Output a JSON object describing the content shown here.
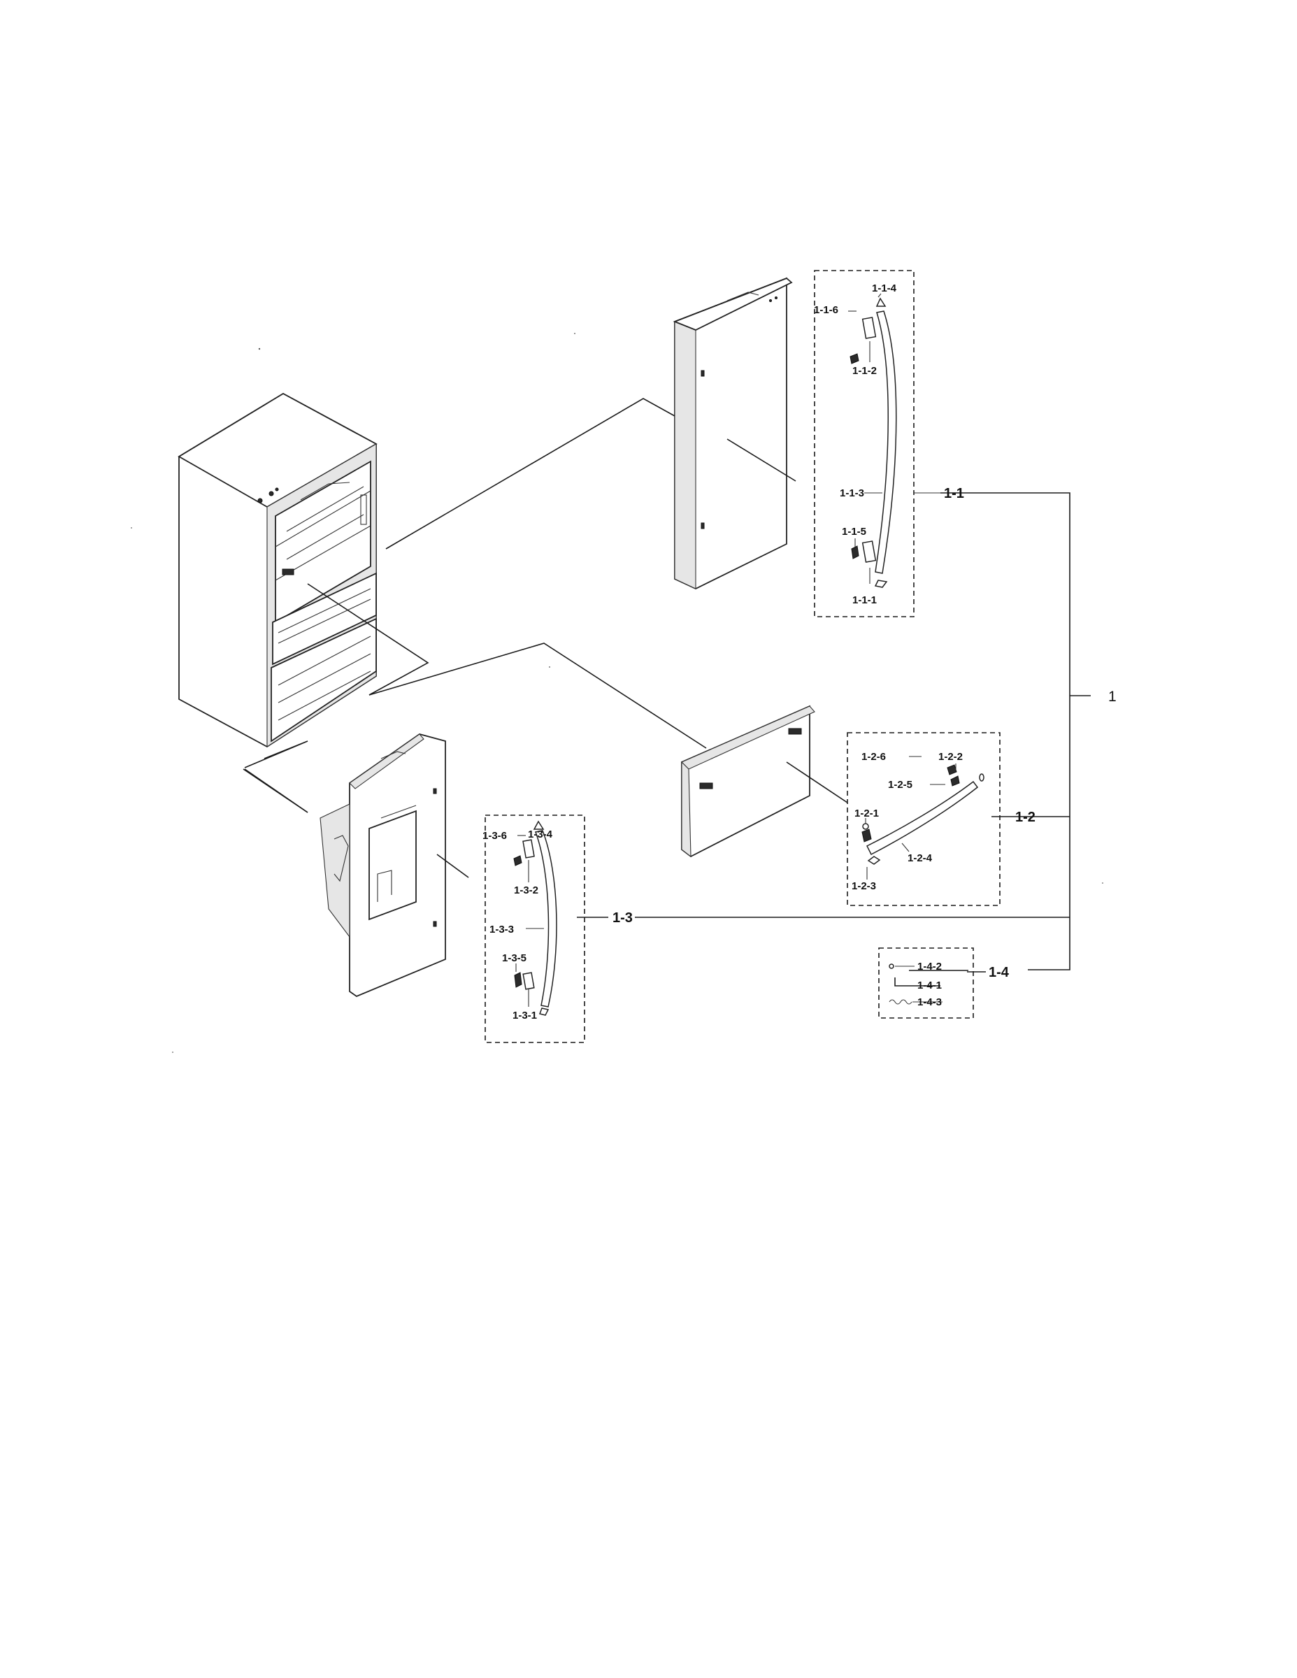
{
  "assembly": {
    "main_label": "1"
  },
  "groups": [
    {
      "id": "group-1-1",
      "label": "1-1",
      "parts": [
        "1-1-1",
        "1-1-2",
        "1-1-3",
        "1-1-4",
        "1-1-5",
        "1-1-6"
      ]
    },
    {
      "id": "group-1-2",
      "label": "1-2",
      "parts": [
        "1-2-1",
        "1-2-2",
        "1-2-3",
        "1-2-4",
        "1-2-5",
        "1-2-6"
      ]
    },
    {
      "id": "group-1-3",
      "label": "1-3",
      "parts": [
        "1-3-1",
        "1-3-2",
        "1-3-3",
        "1-3-4",
        "1-3-5",
        "1-3-6"
      ]
    },
    {
      "id": "group-1-4",
      "label": "1-4",
      "parts": [
        "1-4-1",
        "1-4-2",
        "1-4-3"
      ]
    }
  ]
}
